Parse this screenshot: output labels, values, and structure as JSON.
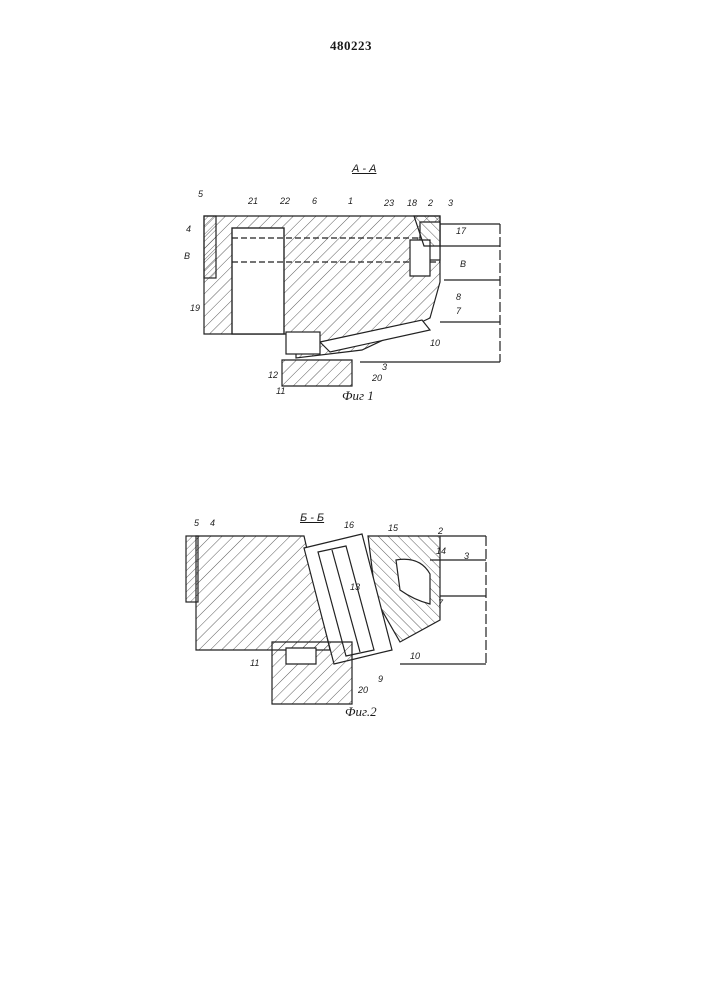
{
  "document": {
    "page_number": "480223",
    "figure1": {
      "section_label": "А - А",
      "caption": "Фиг 1",
      "labels": {
        "l5": "5",
        "l4": "4",
        "lB_left": "В",
        "l19": "19",
        "l21": "21",
        "l22": "22",
        "l6": "6",
        "l1": "1",
        "l23": "23",
        "l18": "18",
        "l2": "2",
        "l3top": "3",
        "l17": "17",
        "lB_right": "В",
        "l8": "8",
        "l7": "7",
        "l10": "10",
        "l3bottom": "3",
        "l12": "12",
        "l11": "11",
        "l20": "20"
      }
    },
    "figure2": {
      "section_label": "Б - Б",
      "caption": "Фиг.2",
      "labels": {
        "l5": "5",
        "l4": "4",
        "l16": "16",
        "l15": "15",
        "l2": "2",
        "l14": "14",
        "l3": "3",
        "l13": "13",
        "l7": "7",
        "l10": "10",
        "l11": "11",
        "l9": "9",
        "l20": "20"
      }
    }
  }
}
